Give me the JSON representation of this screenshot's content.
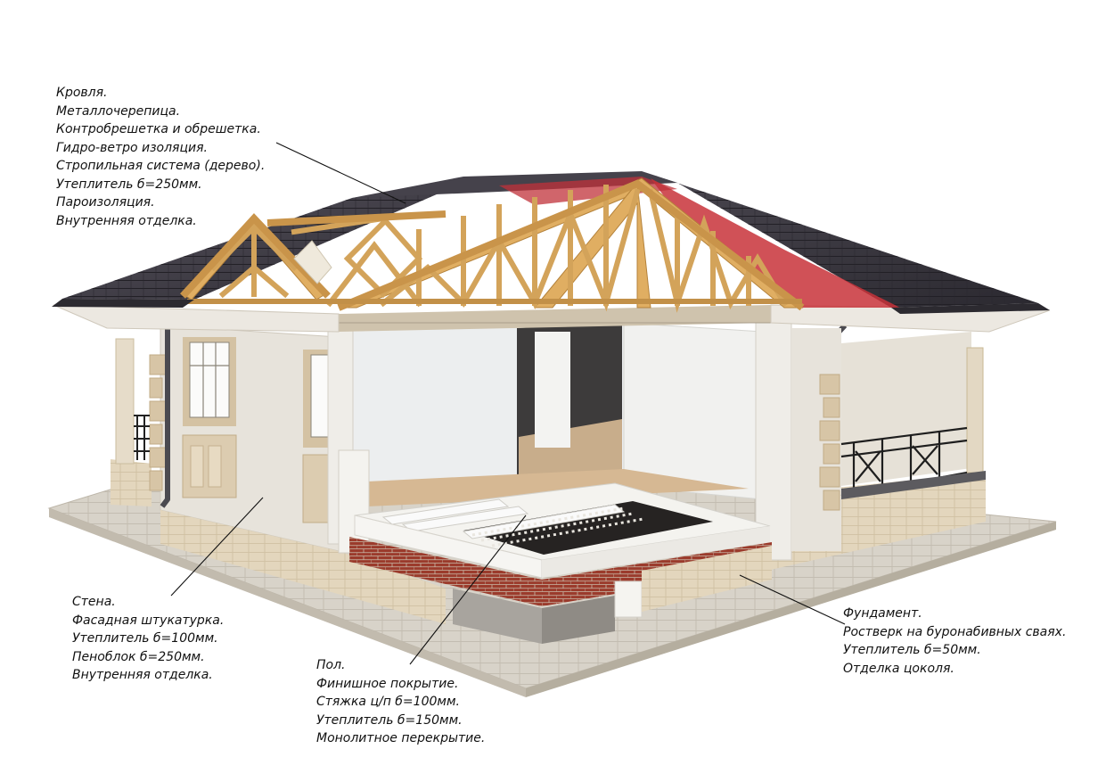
{
  "annotations": {
    "roof": {
      "lines": [
        "Кровля.",
        "Металлочерепица.",
        "Контробрешетка и обрешетка.",
        "Гидро-ветро изоляция.",
        "Стропильная система (дерево).",
        "Утеплитель б=250мм.",
        "Пароизоляция.",
        "Внутренняя отделка."
      ]
    },
    "wall": {
      "lines": [
        "Стена.",
        "Фасадная штукатурка.",
        "Утеплитель  б=100мм.",
        "Пеноблок б=250мм.",
        "Внутренняя отделка."
      ]
    },
    "floor": {
      "lines": [
        "Пол.",
        "Финишное покрытие.",
        "Стяжка ц/п  б=100мм.",
        "Утеплитель б=150мм.",
        "Монолитное перекрытие."
      ]
    },
    "foundation": {
      "lines": [
        "Фундамент.",
        "Ростверк на буронабивных сваях.",
        "Утеплитель б=50мм.",
        "Отделка цоколя."
      ]
    }
  },
  "colors": {
    "roof_tile": "#3e3b44",
    "timber": "#d9a85a",
    "timber_dark": "#b07f38",
    "membrane": "#c8323a",
    "facade": "#e6e2da",
    "trim": "#d3c1a2",
    "brick": "#9b3b2c",
    "ground": "#d8d3c9",
    "insulation": "#f4f3ef"
  }
}
